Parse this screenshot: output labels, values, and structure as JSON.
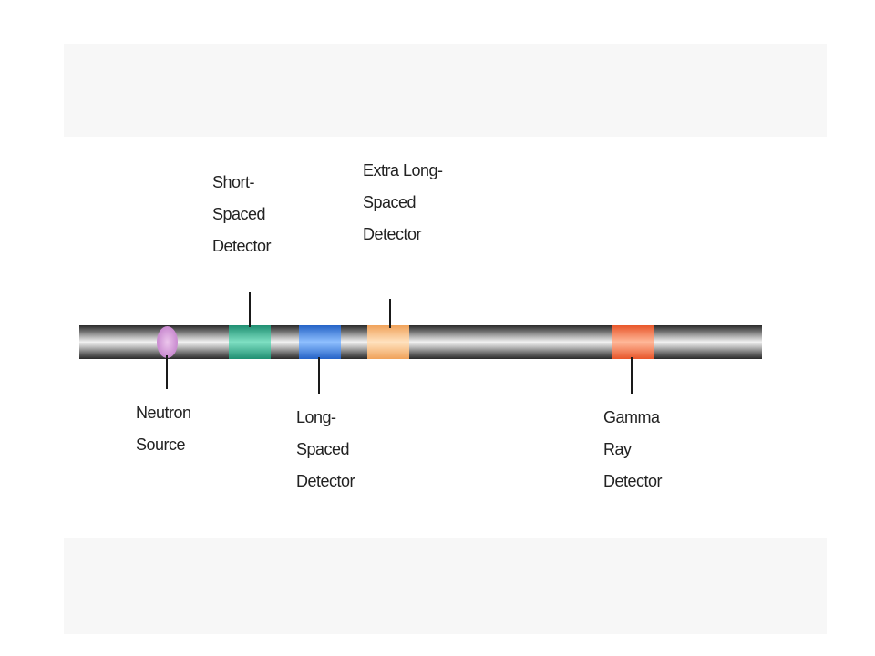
{
  "diagram": {
    "components": {
      "neutron_source": {
        "line1": "Neutron",
        "line2": "Source",
        "color": "#c98ad0"
      },
      "short_spaced": {
        "line1": "Short-",
        "line2": "Spaced",
        "line3": "Detector",
        "color": "#2aa985"
      },
      "long_spaced": {
        "line1": "Long-",
        "line2": "Spaced",
        "line3": "Detector",
        "color": "#3b7fe0"
      },
      "extra_long_spaced": {
        "line1": "Extra Long-",
        "line2": "Spaced",
        "line3": "Detector",
        "color": "#ffc58f"
      },
      "gamma_ray": {
        "line1": "Gamma",
        "line2": "Ray",
        "line3": "Detector",
        "color": "#f06a3e"
      }
    }
  }
}
